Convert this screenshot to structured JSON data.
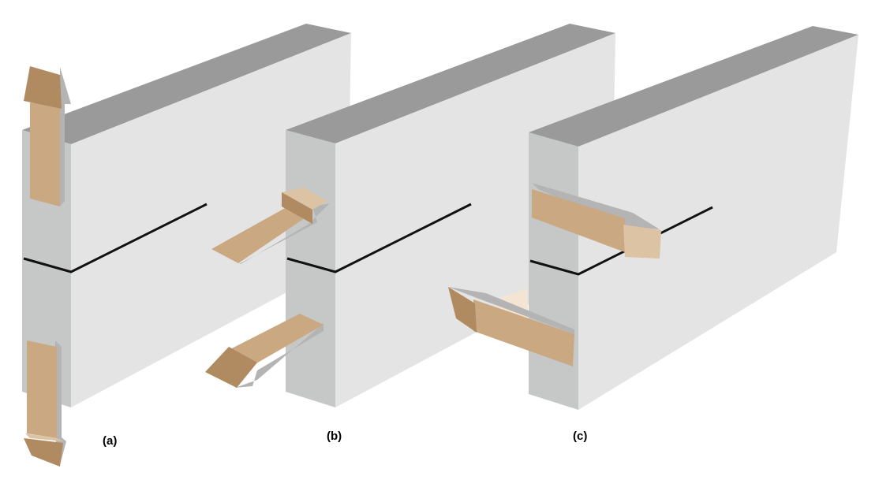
{
  "figure": {
    "panels": [
      {
        "label": "(a)"
      },
      {
        "label": "(b)"
      },
      {
        "label": "(c)"
      }
    ],
    "colors": {
      "block_top": "#9a9a9a",
      "block_face": "#e4e4e4",
      "block_edge": "#c6c8c8",
      "crack_line": "#111111",
      "arrow_light": "#c9a882",
      "arrow_dark": "#b08a60",
      "arrow_pale": "#dcc3a3",
      "arrow_shadow": "#b4b4b4"
    }
  }
}
